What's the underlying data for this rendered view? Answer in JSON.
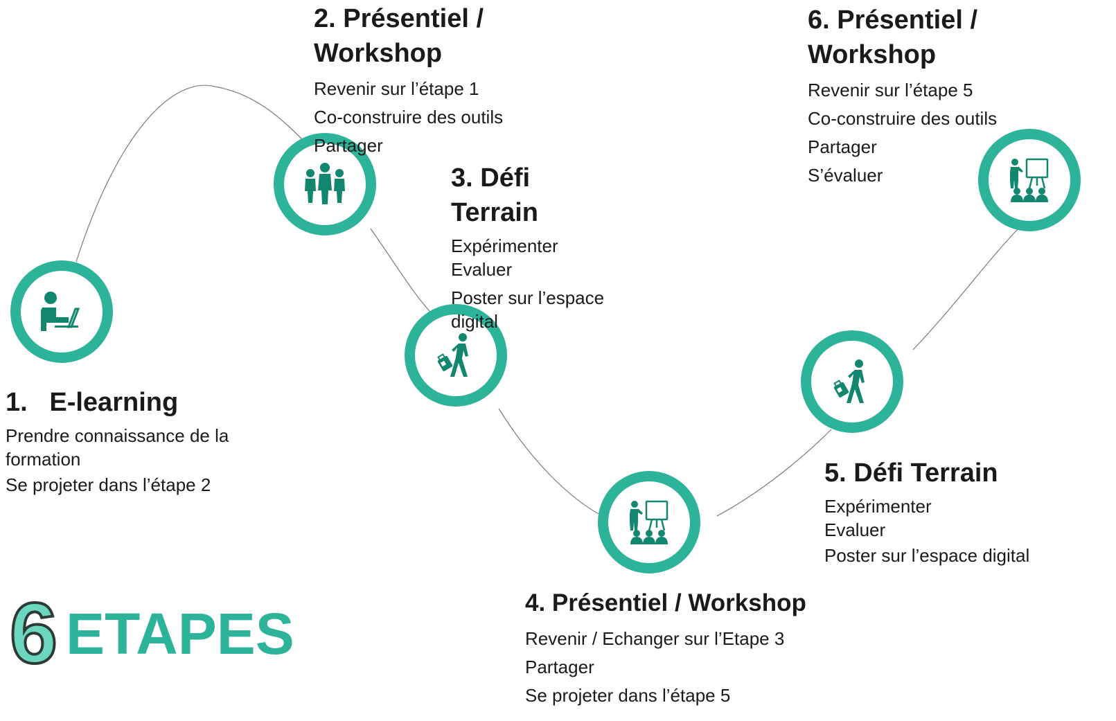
{
  "colors": {
    "accent": "#2db39a",
    "icon": "#13866f",
    "numeral": "#6dd6bf",
    "line": "#7a7a7a"
  },
  "headline": {
    "number": "6",
    "word": "ETAPES"
  },
  "steps": [
    {
      "title": "1.   E-learning",
      "icon": "person-at-laptop-icon",
      "lines": [
        "Prendre connaissance de la",
        "formation",
        "Se projeter dans l’étape 2"
      ]
    },
    {
      "title": "2. Présentiel / Workshop",
      "title_line1": "2. Présentiel /",
      "title_line2": "Workshop",
      "icon": "group-of-people-icon",
      "lines": [
        "Revenir sur l’étape 1",
        "Co-construire des outils",
        "Partager"
      ]
    },
    {
      "title": "3. Défi Terrain",
      "title_line1": "3. Défi",
      "title_line2": "Terrain",
      "icon": "walking-person-icon",
      "lines": [
        "Expérimenter",
        "Evaluer",
        "Poster sur l’espace",
        "digital"
      ]
    },
    {
      "title": "4. Présentiel / Workshop",
      "icon": "presenter-with-audience-icon",
      "lines": [
        "Revenir / Echanger sur l’Etape 3",
        "Partager",
        "Se projeter dans l’étape 5"
      ]
    },
    {
      "title": "5. Défi Terrain",
      "icon": "walking-person-icon",
      "lines": [
        "Expérimenter",
        "Evaluer",
        "Poster sur l’espace digital"
      ]
    },
    {
      "title": "6. Présentiel / Workshop",
      "title_line1": "6. Présentiel /",
      "title_line2": "Workshop",
      "icon": "presenter-with-audience-icon",
      "lines": [
        "Revenir sur l’étape 5",
        "Co-construire des outils",
        "Partager",
        "S’évaluer"
      ]
    }
  ]
}
